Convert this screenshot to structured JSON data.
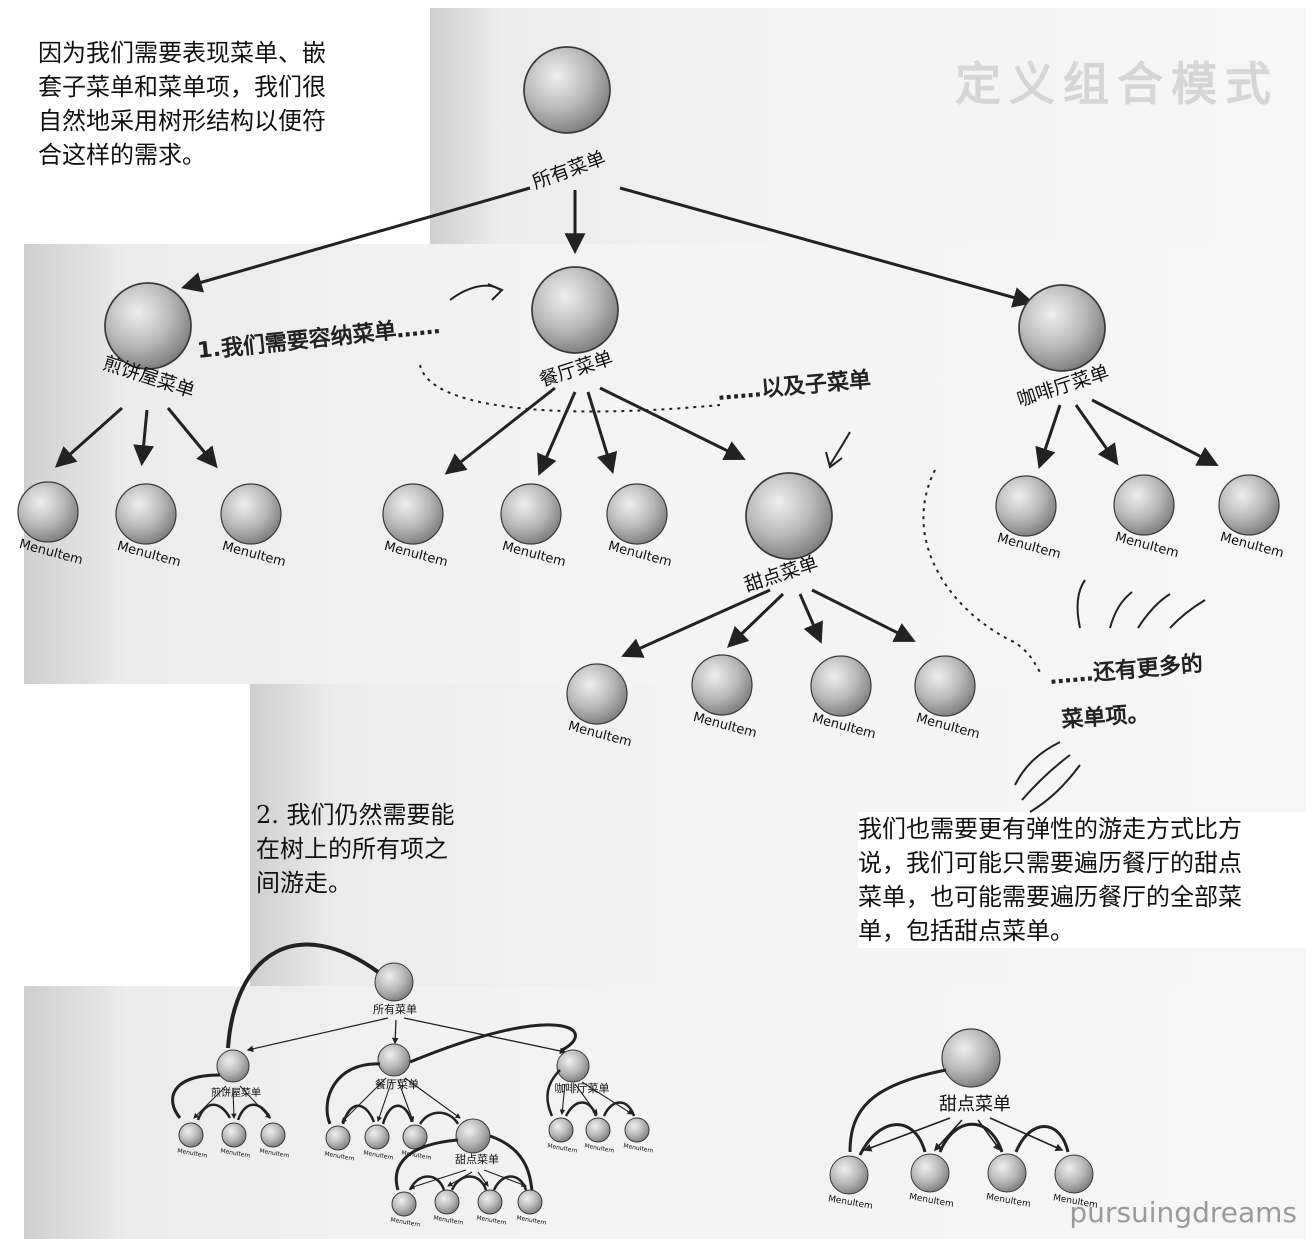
{
  "header": {
    "faded_title": "定义组合模式"
  },
  "notes": {
    "intro": [
      "因为我们需要表现菜单、嵌",
      "套子菜单和菜单项，我们很",
      "自然地采用树形结构以便符",
      "合这样的需求。"
    ],
    "traverse": [
      "2. 我们仍然需要能",
      "在树上的所有项之",
      "间游走。"
    ],
    "flexible": [
      "我们也需要更有弹性的游走方式比方",
      "说，我们可能只需要遍历餐厅的甜点",
      "菜单，也可能需要遍历餐厅的全部菜",
      "单，包括甜点菜单。"
    ]
  },
  "annotations": {
    "step1_num": "1.",
    "step1_text": "我们需要容纳菜单……",
    "submenus": "……以及子菜单",
    "more_items_1": "……还有更多的",
    "more_items_2": "菜单项。"
  },
  "tree": {
    "root": "所有菜单",
    "menus": [
      "煎饼屋菜单",
      "餐厅菜单",
      "咖啡厅菜单"
    ],
    "submenu": "甜点菜单",
    "item": "MenuItem"
  },
  "watermark": "pursuingdreams",
  "colors": {
    "node_fill": "#bdbdbd",
    "node_stroke": "#3a3a3a",
    "arrow": "#222222",
    "step_num": "#d41a1a"
  }
}
